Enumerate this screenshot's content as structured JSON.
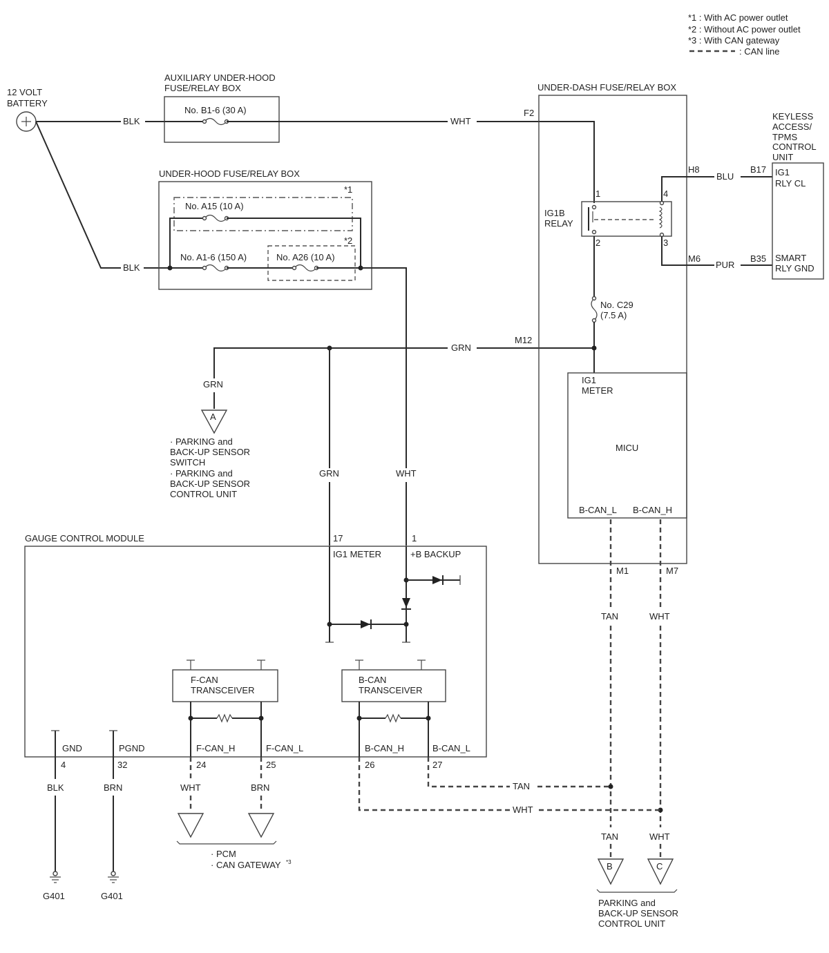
{
  "legend": {
    "note1": "*1 : With AC power outlet",
    "note2": "*2 : Without AC power outlet",
    "note3": "*3 : With CAN gateway",
    "can_line": ": CAN line"
  },
  "battery": {
    "line1": "12 VOLT",
    "line2": "BATTERY"
  },
  "aux_box": {
    "title1": "AUXILIARY UNDER-HOOD",
    "title2": "FUSE/RELAY BOX",
    "fuse": "No. B1-6 (30 A)"
  },
  "hood_box": {
    "title": "UNDER-HOOD FUSE/RELAY BOX",
    "fuse_a15": "No. A15 (10 A)",
    "fuse_a16": "No. A1-6 (150 A)",
    "fuse_a26": "No. A26 (10 A)",
    "note1": "*1",
    "note2": "*2"
  },
  "dash_box": {
    "title": "UNDER-DASH FUSE/RELAY BOX",
    "relay1": "IG1B",
    "relay2": "RELAY",
    "fuse1": "No. C29",
    "fuse2": "(7.5 A)",
    "micu_label1": "IG1",
    "micu_label2": "METER",
    "micu": "MICU",
    "bcan_l": "B-CAN_L",
    "bcan_h": "B-CAN_H"
  },
  "keyless": {
    "title1": "KEYLESS",
    "title2": "ACCESS/",
    "title3": "TPMS",
    "title4": "CONTROL",
    "title5": "UNIT",
    "ig1_1": "IG1",
    "ig1_2": "RLY CL",
    "smart1": "SMART",
    "smart2": "RLY GND"
  },
  "gauge": {
    "title": "GAUGE CONTROL MODULE",
    "ig1_meter": "IG1 METER",
    "b_backup": "+B BACKUP",
    "fcan_t1": "F-CAN",
    "fcan_t2": "TRANSCEIVER",
    "bcan_t1": "B-CAN",
    "bcan_t2": "TRANSCEIVER",
    "gnd": "GND",
    "pgnd": "PGND",
    "fcan_h": "F-CAN_H",
    "fcan_l": "F-CAN_L",
    "bcan_h": "B-CAN_H",
    "bcan_l": "B-CAN_L"
  },
  "wires": {
    "blk": "BLK",
    "wht": "WHT",
    "grn": "GRN",
    "blu": "BLU",
    "pur": "PUR",
    "tan": "TAN",
    "brn": "BRN"
  },
  "pins": {
    "f2": "F2",
    "h8": "H8",
    "m6": "M6",
    "m12": "M12",
    "m1": "M1",
    "m7": "M7",
    "b17": "B17",
    "b35": "B35",
    "r1": "1",
    "r2": "2",
    "r3": "3",
    "r4": "4",
    "p17": "17",
    "p1": "1",
    "p4": "4",
    "p32": "32",
    "p24": "24",
    "p25": "25",
    "p26": "26",
    "p27": "27"
  },
  "connectors": {
    "a": "A",
    "b": "B",
    "c": "C"
  },
  "ground": {
    "g1": "G401",
    "g2": "G401"
  },
  "dest_a": {
    "l1": "· PARKING and",
    "l2": "BACK-UP SENSOR",
    "l3": "SWITCH",
    "l4": "· PARKING and",
    "l5": "BACK-UP SENSOR",
    "l6": "CONTROL UNIT"
  },
  "dest_pcm": {
    "l1": "· PCM",
    "l2": "· CAN GATEWAY",
    "sup": "*3"
  },
  "dest_bc": {
    "l1": "PARKING and",
    "l2": "BACK-UP SENSOR",
    "l3": "CONTROL UNIT"
  }
}
